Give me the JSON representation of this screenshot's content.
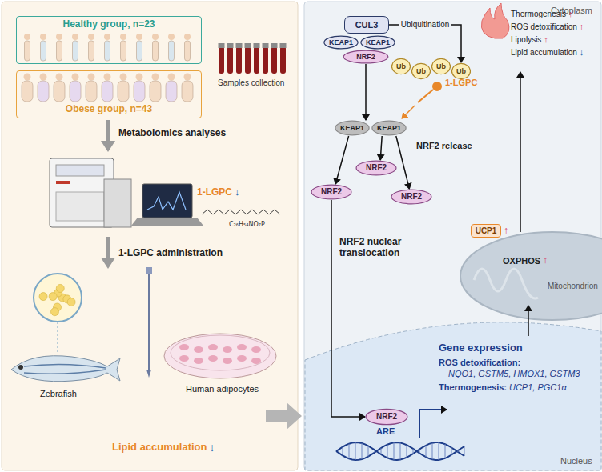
{
  "diagram": {
    "nodes": [
      {
        "text": [
          "Healthy group, n=23"
        ]
      },
      {
        "text": [
          "Obese group, n=43"
        ]
      },
      {
        "text": [
          "CUL3"
        ]
      },
      {
        "text": [
          "KEAP1"
        ]
      },
      {
        "text": [
          "KEAP1"
        ]
      },
      {
        "text": [
          "NRF2"
        ]
      },
      {
        "text": [
          "Ub"
        ]
      },
      {
        "text": [
          "Ub"
        ]
      },
      {
        "text": [
          "Ub"
        ]
      },
      {
        "text": [
          "Ub"
        ]
      },
      {
        "text": [
          "KEAP1"
        ]
      },
      {
        "text": [
          "KEAP1"
        ]
      },
      {
        "text": [
          "NRF2"
        ]
      },
      {
        "text": [
          "NRF2"
        ]
      },
      {
        "text": [
          "NRF2"
        ]
      },
      {
        "text": [
          "NRF2"
        ]
      },
      {
        "text": [
          "UCP1"
        ]
      }
    ],
    "edges": [
      {
        "from": 2,
        "to": 9,
        "label": "Ubiquitination",
        "arrow": "to"
      },
      {
        "from": 5,
        "to": 10,
        "arrow": "to"
      },
      {
        "from": 10,
        "to": 12,
        "arrow": "to"
      },
      {
        "from": 11,
        "to": 13,
        "arrow": "to"
      },
      {
        "from": 11,
        "to": 14,
        "arrow": "to"
      },
      {
        "from": 12,
        "to": 15,
        "arrow": "to"
      }
    ],
    "labels": [
      "Samples collection",
      "Metabolomics analyses",
      "1-LGPC",
      "↓",
      "C₂₆H₅₄NO₇P",
      "1-LGPC administration",
      "Zebrafish",
      "Human adipocytes",
      "Lipid accumulation",
      "↓",
      "Cytoplasm",
      "1-LGPC",
      "NRF2 release",
      "NRF2 nuclear translocation",
      "ARE",
      "Gene expression",
      "ROS detoxification:",
      "NQO1, GSTM5, HMOX1, GSTM3",
      "Thermogenesis:",
      "UCP1, PGC1α",
      "Nucleus",
      "OXPHOS",
      "↑",
      "↑",
      "Mitochondrion",
      "Thermogenesis",
      "↑",
      "ROS detoxification",
      "↑",
      "Lipolysis",
      "↑",
      "Lipid accumulation",
      "↓"
    ]
  }
}
